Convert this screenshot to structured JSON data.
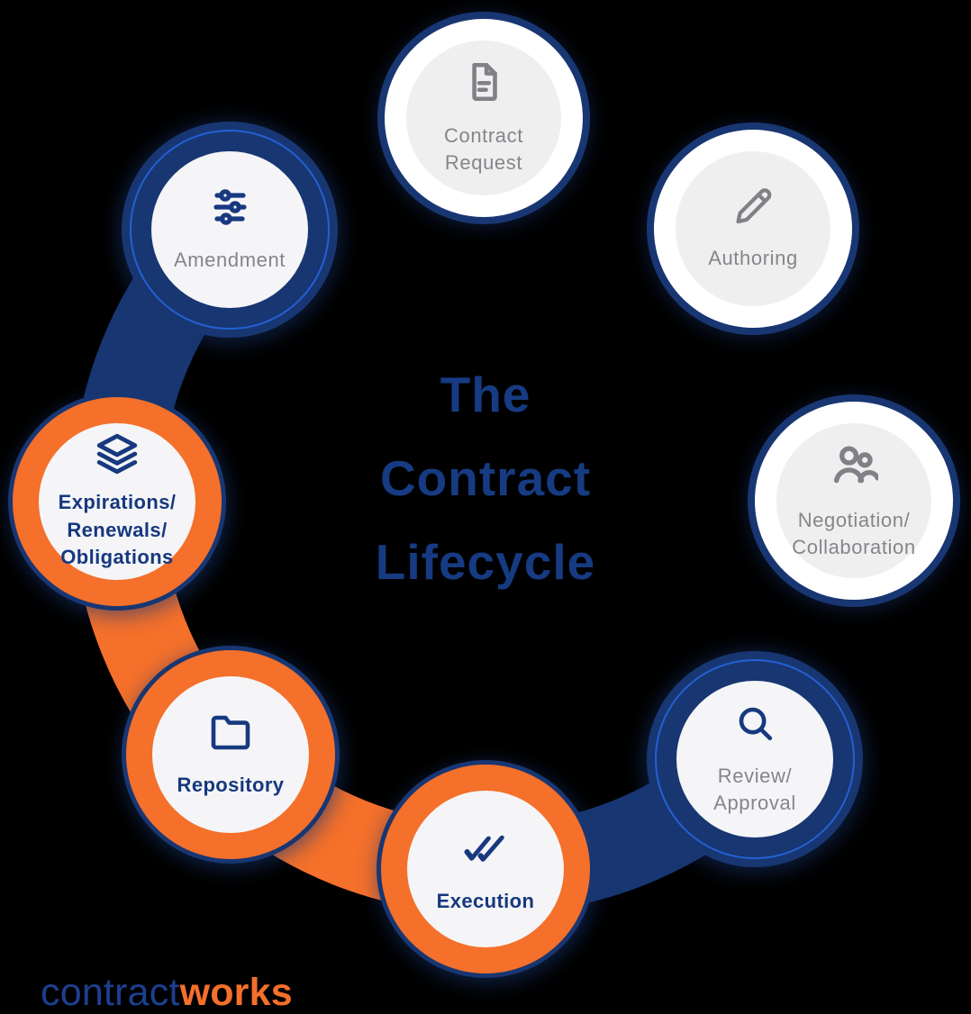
{
  "title": {
    "line1": "The",
    "line2": "Contract",
    "line3": "Lifecycle"
  },
  "logo": {
    "primary": "contract",
    "accent": "works"
  },
  "colors": {
    "background": "#000000",
    "navy": "#183672",
    "navy_accent_line": "#2460D2",
    "orange": "#F4702B",
    "inner_gray": "#EFEFF0",
    "inner_light": "#F5F5F7",
    "gray_text": "#85868A",
    "navy_text": "#16387E",
    "title_navy": "#163B82",
    "logo_navy": "#1C3F8F",
    "logo_orange": "#F4702B"
  },
  "nodes": [
    {
      "id": "contract-request",
      "variant": "white-navy-ring",
      "icon": "document-icon",
      "lines": [
        "Contract",
        "Request"
      ]
    },
    {
      "id": "authoring",
      "variant": "white-navy-ring",
      "icon": "pencil-icon",
      "lines": [
        "Authoring"
      ]
    },
    {
      "id": "negotiation-collaboration",
      "variant": "white-navy-ring",
      "icon": "people-icon",
      "lines": [
        "Negotiation/",
        "Collaboration"
      ]
    },
    {
      "id": "review-approval",
      "variant": "navy-ring",
      "icon": "search-icon",
      "lines": [
        "Review/",
        "Approval"
      ]
    },
    {
      "id": "execution",
      "variant": "orange-ring",
      "icon": "double-check-icon",
      "lines": [
        "Execution"
      ]
    },
    {
      "id": "repository",
      "variant": "orange-ring",
      "icon": "folder-icon",
      "lines": [
        "Repository"
      ]
    },
    {
      "id": "expirations-renewals-obligations",
      "variant": "orange-ring",
      "icon": "layers-icon",
      "lines": [
        "Expirations/",
        "Renewals/",
        "Obligations"
      ]
    },
    {
      "id": "amendment",
      "variant": "navy-ring",
      "icon": "sliders-icon",
      "lines": [
        "Amendment"
      ]
    }
  ],
  "connectors": [
    {
      "from": "amendment",
      "to": "expirations-renewals-obligations",
      "color_key": "navy"
    },
    {
      "from": "expirations-renewals-obligations",
      "to": "execution",
      "via": "repository",
      "color_key": "orange"
    },
    {
      "from": "execution",
      "to": "review-approval",
      "color_key": "navy"
    }
  ]
}
